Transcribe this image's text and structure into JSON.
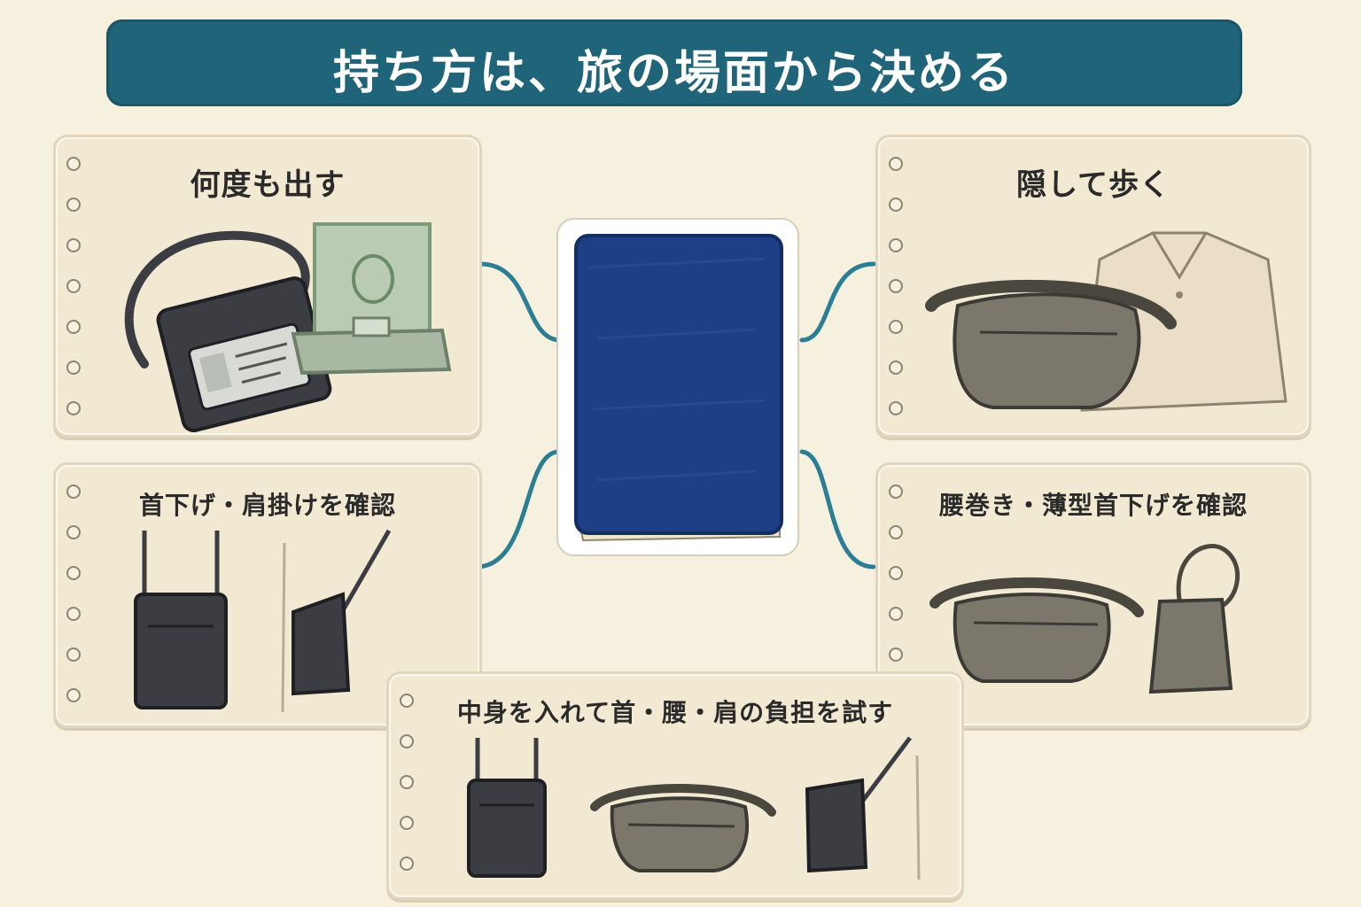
{
  "title": "持ち方は、旅の場面から決める",
  "cards": {
    "top_left": {
      "title": "何度も出す"
    },
    "top_right": {
      "title": "隠して歩く"
    },
    "mid_left": {
      "title": "首下げ・肩掛けを確認"
    },
    "mid_right": {
      "title": "腰巻き・薄型首下げを確認"
    },
    "bottom": {
      "title": "中身を入れて首・腰・肩の負担を試す"
    }
  },
  "colors": {
    "banner": "#1f6478",
    "connector": "#2c7e95",
    "passport": "#1e3f86",
    "card": "#f2e9d3",
    "dark_pouch": "#3c3d42",
    "gray_pouch": "#7b776b"
  }
}
